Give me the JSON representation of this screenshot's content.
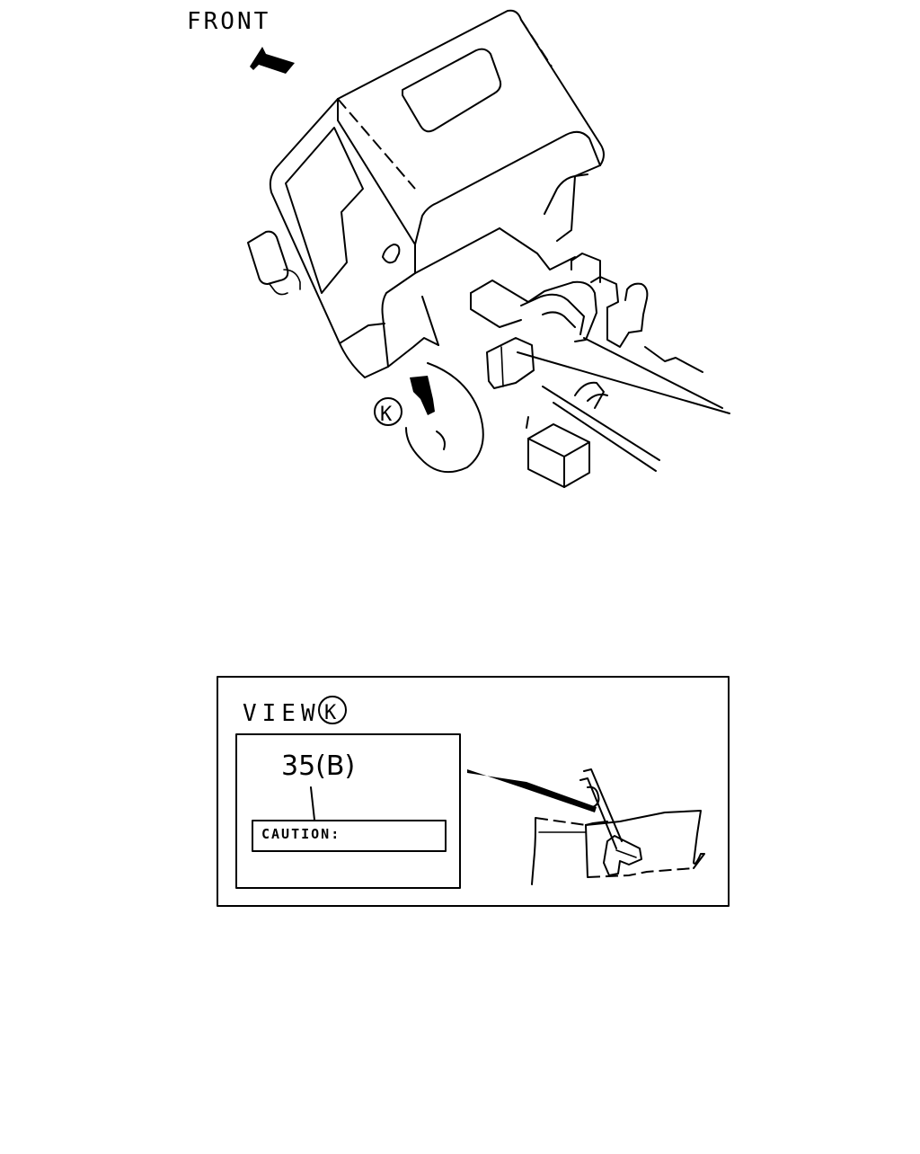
{
  "direction": {
    "label": "FRONT",
    "icon": "arrow-icon"
  },
  "view_marker": {
    "letter": "K"
  },
  "detail_view": {
    "title": "VIEW",
    "marker_letter": "K",
    "part_callout": "35(B)",
    "label_text": "CAUTION:"
  }
}
